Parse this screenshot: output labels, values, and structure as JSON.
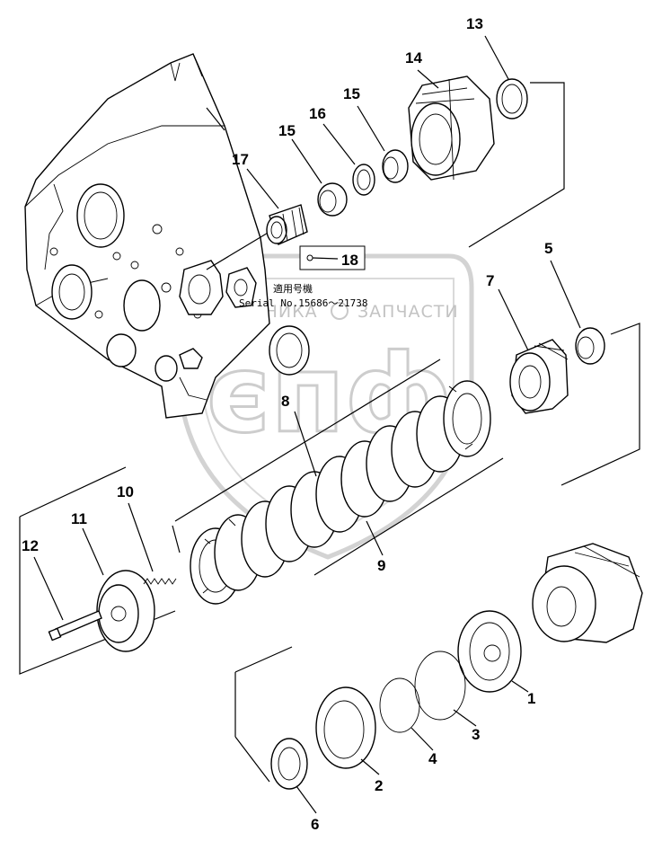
{
  "serial_note": {
    "line1": "適用号機",
    "line2": "Serial No.15686～21738"
  },
  "watermark": {
    "left": "ТЕХНИКА",
    "right": "ЗАПЧАСТИ",
    "big": "єпф"
  },
  "callouts": {
    "c1": "1",
    "c2": "2",
    "c3": "3",
    "c4": "4",
    "c5": "5",
    "c6": "6",
    "c7": "7",
    "c8": "8",
    "c9": "9",
    "c10": "10",
    "c11": "11",
    "c12": "12",
    "c13": "13",
    "c14": "14",
    "c15a": "15",
    "c15b": "15",
    "c16": "16",
    "c17": "17",
    "c18": "18"
  }
}
